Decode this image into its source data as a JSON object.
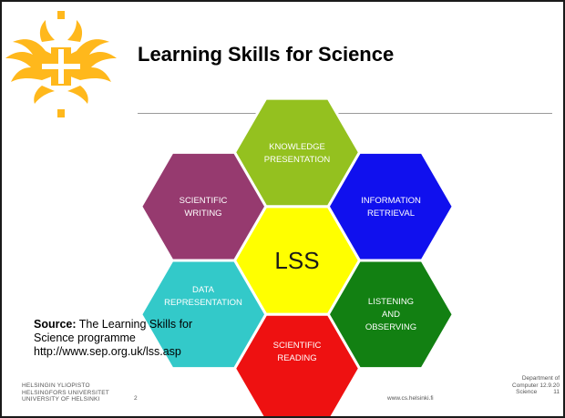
{
  "title": "Learning Skills for Science",
  "hexagons": {
    "center": {
      "lines": [
        "LSS"
      ],
      "color": "#ffff00"
    },
    "knowledge_presentation": {
      "lines": [
        "KNOWLEDGE",
        "PRESENTATION"
      ],
      "color": "#94c11f"
    },
    "information_retrieval": {
      "lines": [
        "INFORMATION",
        "RETRIEVAL"
      ],
      "color": "#1010ee"
    },
    "listening_observing": {
      "lines": [
        "LISTENING",
        "AND",
        "OBSERVING"
      ],
      "color": "#128012"
    },
    "scientific_reading": {
      "lines": [
        "SCIENTIFIC",
        "READING"
      ],
      "color": "#ee1111"
    },
    "data_representation": {
      "lines": [
        "DATA",
        "REPRESENTATION"
      ],
      "color": "#33c9c9"
    },
    "scientific_writing": {
      "lines": [
        "SCIENTIFIC",
        "WRITING"
      ],
      "color": "#963a6f"
    }
  },
  "source": {
    "label": "Source:",
    "text": " The Learning Skills for Science programme",
    "url": "http://www.sep.org.uk/lss.asp"
  },
  "footer": {
    "university_lines": [
      "HELSINGIN YLIOPISTO",
      "HELSINGFORS UNIVERSITET",
      "UNIVERSITY OF HELSINKI"
    ],
    "page_number": "2",
    "website": "www.cs.helsinki.fi",
    "department_lines": [
      "Department of",
      "Computer 12.9.20",
      "Science          11"
    ]
  },
  "colors": {
    "logo": "#ffb81c",
    "title": "#000000",
    "rule": "#9a9a9a"
  }
}
